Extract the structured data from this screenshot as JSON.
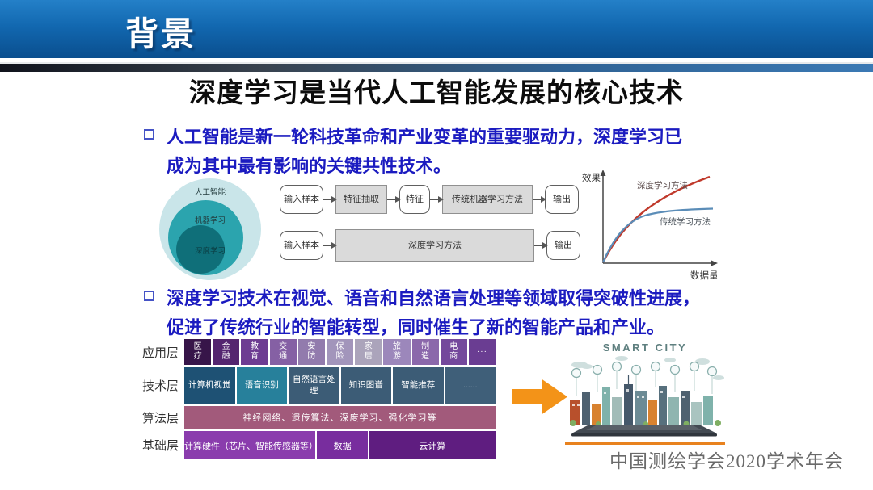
{
  "header": {
    "title": "背景"
  },
  "subtitle": "深度学习是当代人工智能发展的核心技术",
  "bullets": [
    {
      "text": "人工智能是新一轮科技革命和产业变革的重要驱动力，深度学习已成为其中最有影响的关键共性技术。"
    },
    {
      "text": "深度学习技术在视觉、语音和自然语言处理等领域取得突破性进展，促进了传统行业的智能转型，同时催生了新的智能产品和产业。"
    }
  ],
  "venn": {
    "labels": {
      "outer": "人工智能",
      "middle": "机器学习",
      "inner": "深度学习"
    },
    "colors": {
      "outer": "#c9e5e9",
      "middle": "#2ba4ae",
      "inner": "#0f6f79"
    }
  },
  "flow": {
    "row1": {
      "b0": "输入样本",
      "b1": "特征抽取",
      "b2": "特征",
      "b3": "传统机器学习方法",
      "b4": "输出"
    },
    "row2": {
      "b0": "输入样本",
      "b1": "深度学习方法",
      "b2": "输出"
    }
  },
  "chart": {
    "ylabel": "效果",
    "xlabel": "数据量",
    "series1_label": "深度学习方法",
    "series2_label": "传统学习方法",
    "series1_color": "#c0392b",
    "series2_color": "#5b8db8"
  },
  "chart_data": {
    "type": "line",
    "title": "",
    "xlabel": "数据量",
    "ylabel": "效果",
    "x": [
      0,
      10,
      20,
      30,
      40,
      50,
      60,
      70,
      80,
      90,
      100
    ],
    "series": [
      {
        "name": "深度学习方法",
        "color": "#c0392b",
        "values": [
          0,
          18,
          33,
          46,
          56,
          64,
          71,
          77,
          82,
          87,
          91
        ]
      },
      {
        "name": "传统学习方法",
        "color": "#5b8db8",
        "values": [
          0,
          20,
          33,
          41,
          46,
          48,
          49,
          50,
          50,
          50,
          50
        ]
      }
    ],
    "axis_style": "conceptual, no tick labels, arrowed axes",
    "legend_position": "inline annotations next to curves"
  },
  "layers": {
    "rows": [
      {
        "label": "应用层",
        "cells": [
          {
            "text": "医疗",
            "color": "#371549"
          },
          {
            "text": "金融",
            "color": "#54256f"
          },
          {
            "text": "教育",
            "color": "#6d3c92"
          },
          {
            "text": "交通",
            "color": "#8560a4"
          },
          {
            "text": "安防",
            "color": "#927bad"
          },
          {
            "text": "保险",
            "color": "#a295bb"
          },
          {
            "text": "家居",
            "color": "#aba4bb"
          },
          {
            "text": "旅游",
            "color": "#9c87bb"
          },
          {
            "text": "制造",
            "color": "#8b68ab"
          },
          {
            "text": "电商",
            "color": "#74489c"
          },
          {
            "text": "···",
            "color": "#6a3d92"
          }
        ]
      },
      {
        "label": "技术层",
        "cells": [
          {
            "text": "计算机视觉",
            "color": "#1e5174"
          },
          {
            "text": "语音识别",
            "color": "#27809b"
          },
          {
            "text": "自然语言处理",
            "color": "#3c5c76"
          },
          {
            "text": "知识图谱",
            "color": "#3c5c76"
          },
          {
            "text": "智能推荐",
            "color": "#3c5c76"
          },
          {
            "text": "......",
            "color": "#3f5f79"
          }
        ]
      },
      {
        "label": "算法层",
        "cells": [
          {
            "text": "神经网络、遗传算法、深度学习、强化学习等",
            "color": "#a25a7b"
          }
        ]
      },
      {
        "label": "基础层",
        "cells": [
          {
            "text": "计算硬件（芯片、智能传感器等）",
            "color": "#8a3cad"
          },
          {
            "text": "数据",
            "color": "#782d9e"
          },
          {
            "text": "云计算",
            "color": "#5f1d80"
          }
        ]
      }
    ]
  },
  "transform_arrow": {
    "color": "#f39318"
  },
  "smart_city": {
    "title": "SMART CITY",
    "underline_color": "#e8821e"
  },
  "footer": "中国测绘学会2020学术年会"
}
